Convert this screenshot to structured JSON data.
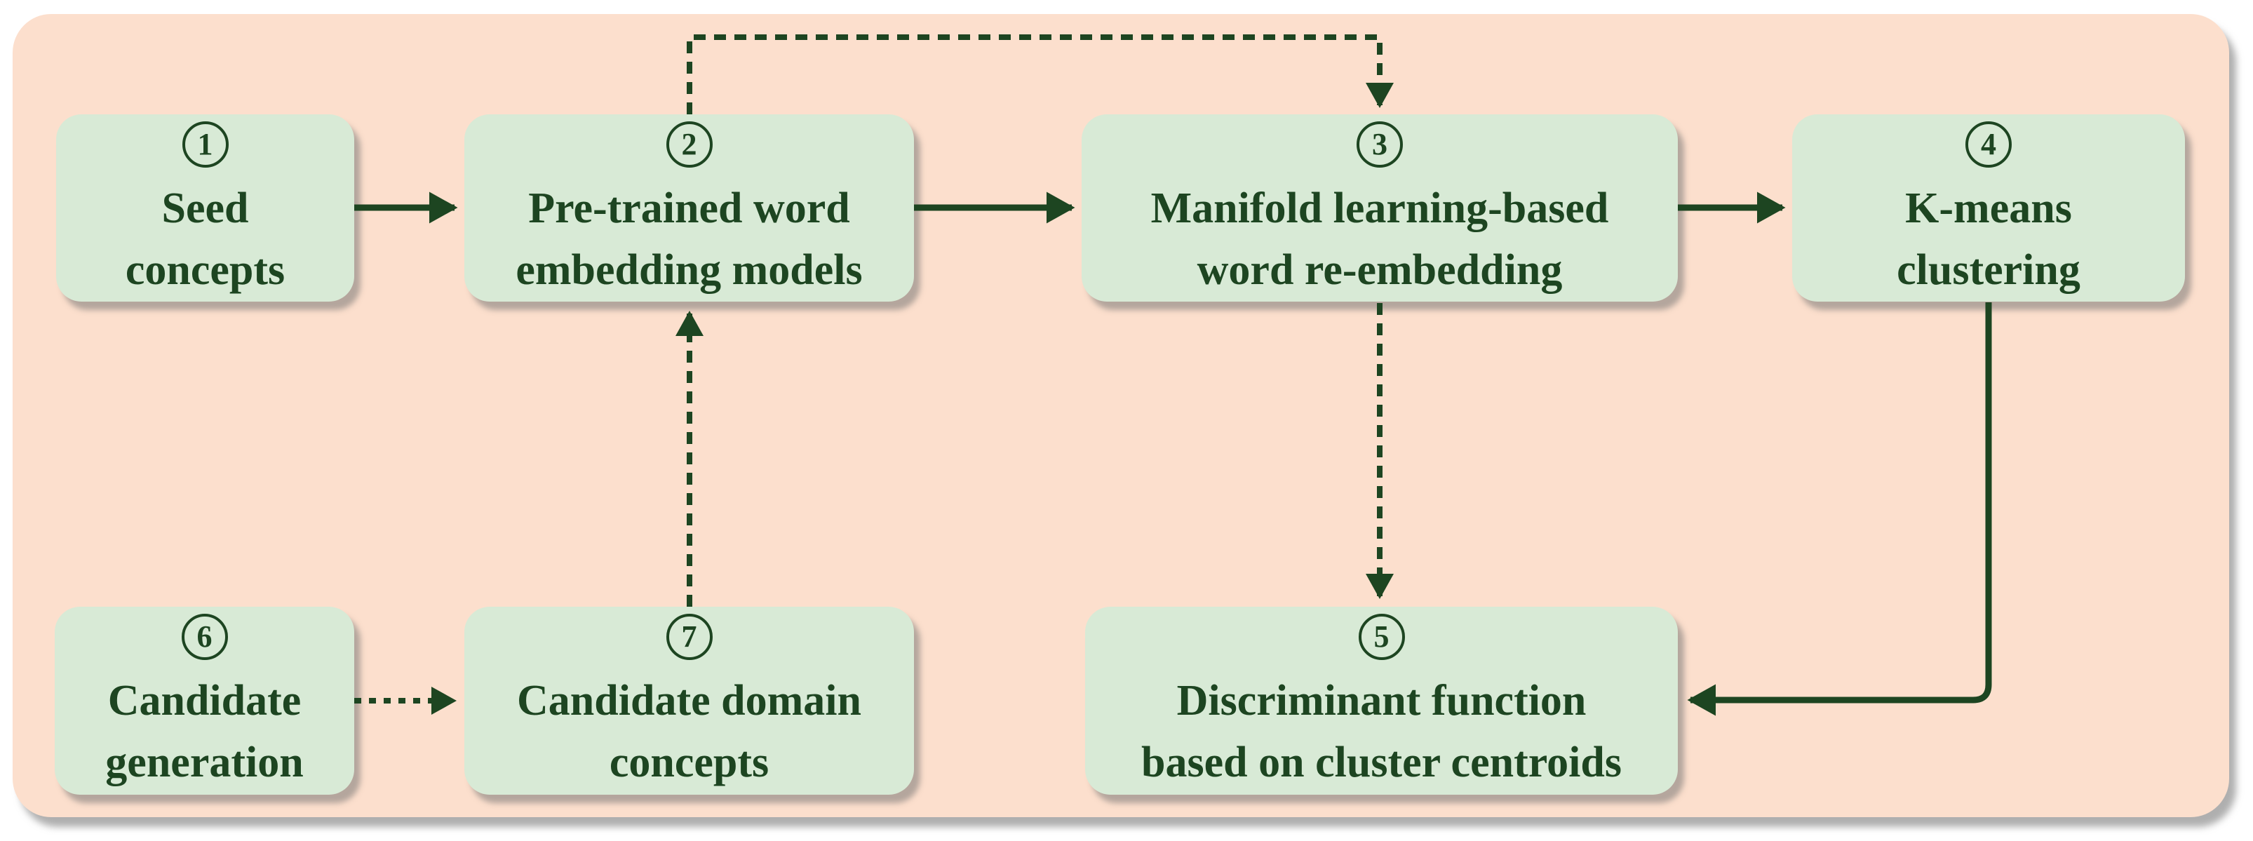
{
  "figure": {
    "type": "flowchart",
    "boxes": [
      {
        "id": "1",
        "num": "1",
        "lines": [
          "Seed",
          "concepts"
        ]
      },
      {
        "id": "2",
        "num": "2",
        "lines": [
          "Pre-trained word",
          "embedding models"
        ]
      },
      {
        "id": "3",
        "num": "3",
        "lines": [
          "Manifold learning-based",
          "word re-embedding"
        ]
      },
      {
        "id": "4",
        "num": "4",
        "lines": [
          "K-means",
          "clustering"
        ]
      },
      {
        "id": "5",
        "num": "5",
        "lines": [
          "Discriminant function",
          "based on cluster centroids"
        ]
      },
      {
        "id": "6",
        "num": "6",
        "lines": [
          "Candidate",
          "generation"
        ]
      },
      {
        "id": "7",
        "num": "7",
        "lines": [
          "Candidate domain",
          "concepts"
        ]
      }
    ],
    "edges": [
      {
        "from": "1",
        "to": "2",
        "style": "solid"
      },
      {
        "from": "2",
        "to": "3",
        "style": "solid"
      },
      {
        "from": "3",
        "to": "4",
        "style": "solid"
      },
      {
        "from": "4",
        "to": "5",
        "style": "solid-elbow"
      },
      {
        "from": "2",
        "to": "3",
        "style": "dashed-over-top"
      },
      {
        "from": "3",
        "to": "5",
        "style": "dashed"
      },
      {
        "from": "7",
        "to": "2",
        "style": "dashed"
      },
      {
        "from": "6",
        "to": "7",
        "style": "dashed"
      }
    ],
    "colors": {
      "page_bg": "#ffffff",
      "panel_bg": "#fcdfcd",
      "node_bg": "#d8ead6",
      "ink": "#1d4521"
    }
  }
}
